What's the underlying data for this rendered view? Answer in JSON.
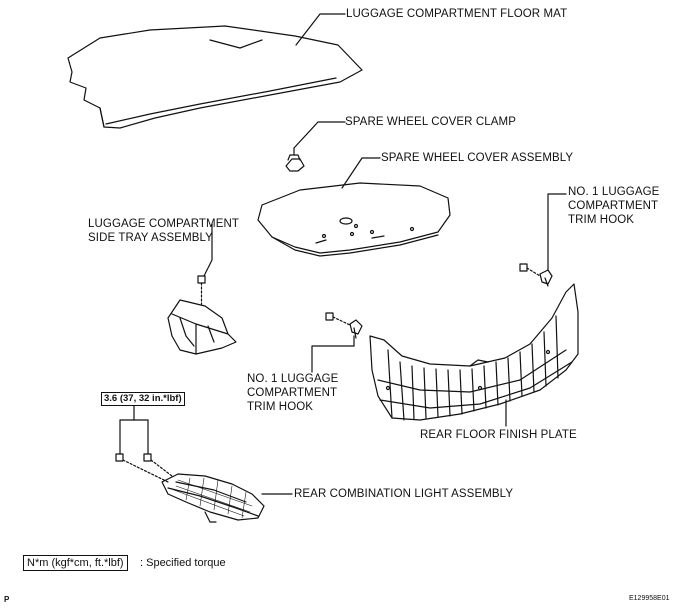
{
  "labels": {
    "floor_mat": "LUGGAGE COMPARTMENT FLOOR MAT",
    "clamp": "SPARE WHEEL COVER CLAMP",
    "cover": "SPARE WHEEL COVER ASSEMBLY",
    "hook_right": [
      "NO. 1 LUGGAGE",
      "COMPARTMENT",
      "TRIM HOOK"
    ],
    "side_tray": [
      "LUGGAGE COMPARTMENT",
      "SIDE TRAY ASSEMBLY"
    ],
    "hook_left": [
      "NO. 1 LUGGAGE",
      "COMPARTMENT",
      "TRIM HOOK"
    ],
    "finish_plate": "REAR FLOOR FINISH PLATE",
    "light": "REAR COMBINATION LIGHT ASSEMBLY"
  },
  "torque": "3.6 (37, 32 in.*lbf)",
  "legend": {
    "unit": "N*m (kgf*cm, ft.*lbf)",
    "desc": ": Specified torque"
  },
  "footer": {
    "code": "E129958E01",
    "mark": "P"
  }
}
